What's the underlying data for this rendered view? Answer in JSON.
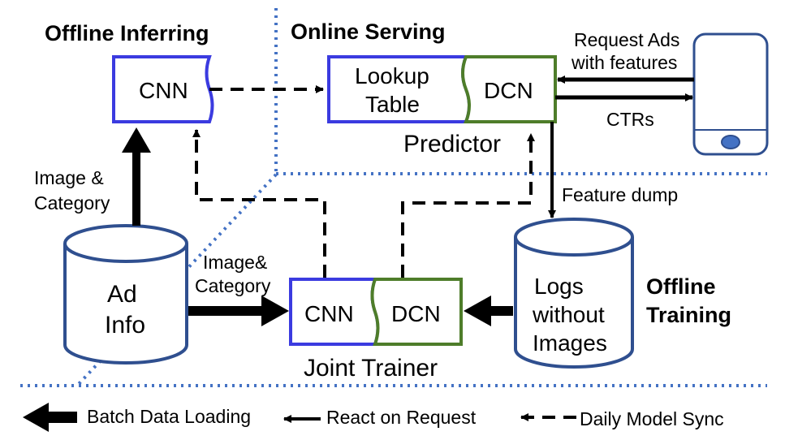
{
  "sections": {
    "offline_inferring": "Offline Inferring",
    "online_serving": "Online Serving",
    "offline_training_line1": "Offline",
    "offline_training_line2": "Training"
  },
  "nodes": {
    "inference_cnn": "CNN",
    "lookup_table_line1": "Lookup",
    "lookup_table_line2": "Table",
    "serving_dcn": "DCN",
    "predictor": "Predictor",
    "ad_info_line1": "Ad",
    "ad_info_line2": "Info",
    "trainer_cnn": "CNN",
    "trainer_dcn": "DCN",
    "joint_trainer": "Joint Trainer",
    "logs_line1": "Logs",
    "logs_line2": "without",
    "logs_line3": "Images"
  },
  "edges": {
    "request_ads_line1": "Request Ads",
    "request_ads_line2": "with features",
    "ctrs": "CTRs",
    "feature_dump": "Feature dump",
    "image_category_up_line1": "Image &",
    "image_category_up_line2": "Category",
    "image_category_right_line1": "Image&",
    "image_category_right_line2": "Category"
  },
  "legend": {
    "batch": "Batch Data Loading",
    "react": "React on Request",
    "sync": "Daily Model Sync"
  },
  "colors": {
    "cnn_border": "#3b3be0",
    "dcn_border": "#4e7d2a",
    "divider": "#4472c4",
    "cylinder": "#2f4f8f",
    "phone": "#2f4f8f",
    "phone_button": "#4472c4"
  }
}
